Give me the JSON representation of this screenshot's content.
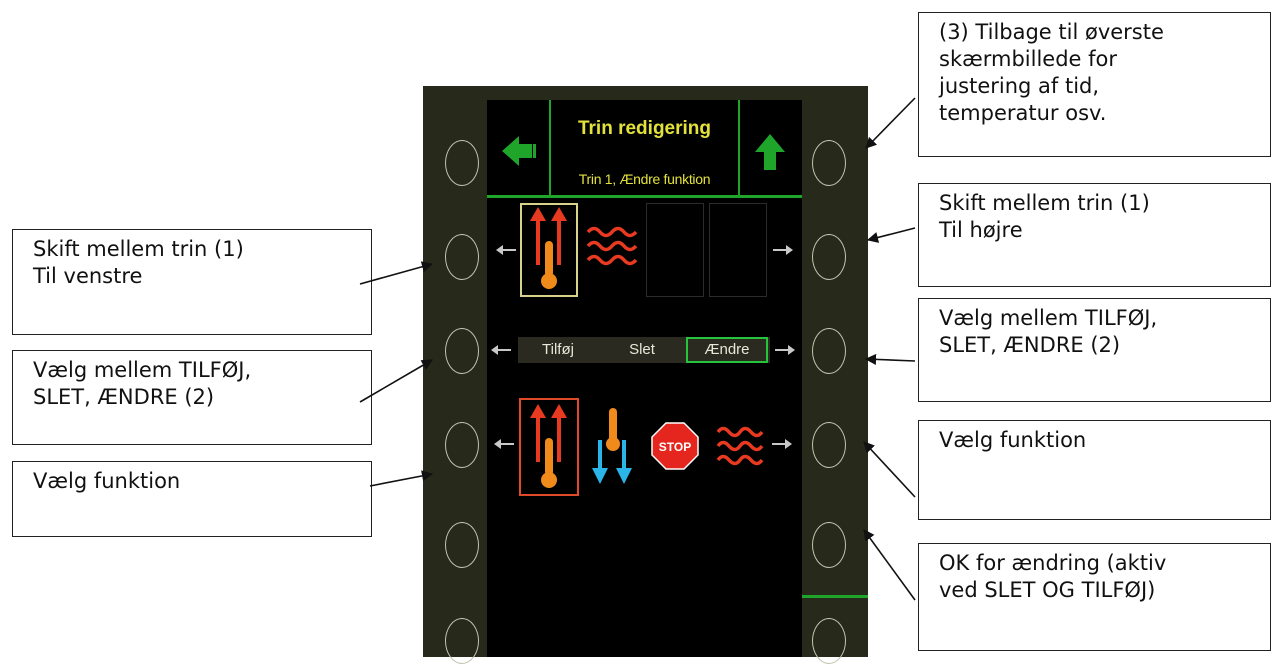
{
  "header": {
    "title": "Trin redigering",
    "subtitle": "Trin 1, Ændre funktion"
  },
  "modes": [
    {
      "label": "Tilføj",
      "active": false
    },
    {
      "label": "Slet",
      "active": false
    },
    {
      "label": "Ændre",
      "active": true
    }
  ],
  "step_slots": [
    {
      "icon": "heat-up-thermometer-icon",
      "selected": true
    },
    {
      "icon": "heat-waves-icon",
      "selected": false
    },
    {
      "icon": "empty",
      "selected": false
    },
    {
      "icon": "empty",
      "selected": false
    }
  ],
  "functions": [
    {
      "icon": "heat-up-thermometer-icon",
      "selected": true
    },
    {
      "icon": "cool-down-thermometer-icon",
      "selected": false
    },
    {
      "icon": "stop-sign-icon",
      "label": "STOP",
      "selected": false
    },
    {
      "icon": "heat-waves-icon",
      "selected": false
    }
  ],
  "callouts": {
    "back_top": "(3) Tilbage til øverste\nskærmbillede for\njustering af tid,\ntemperatur osv.",
    "step_right": "Skift mellem trin (1)\nTil højre",
    "mode_right": "Vælg mellem TILFØJ,\nSLET, ÆNDRE (2)",
    "function_right": "Vælg funktion",
    "ok_right": "OK for ændring (aktiv\nved SLET OG TILFØJ)",
    "step_left": "Skift mellem trin (1)\nTil venstre",
    "mode_left": "Vælg mellem TILFØJ,\nSLET, ÆNDRE (2)",
    "function_left": "Vælg funktion"
  },
  "colors": {
    "header_text": "#e3e23a",
    "accent_green": "#1fa52a",
    "heat_red": "#e83a20",
    "thermo_orange": "#f08a1a",
    "cool_blue": "#2ab4e8",
    "bezel": "#27291a"
  }
}
